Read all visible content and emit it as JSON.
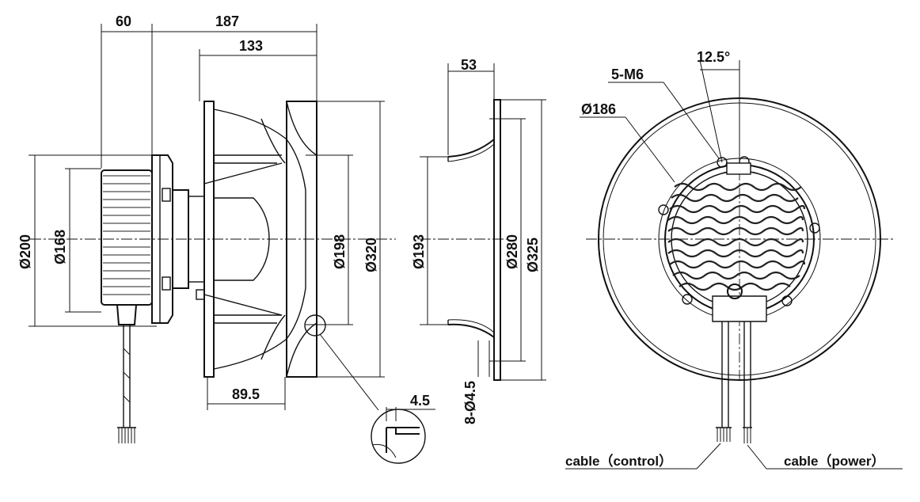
{
  "dimensions": {
    "w60": "60",
    "w187": "187",
    "w133": "133",
    "w53": "53",
    "w89_5": "89.5",
    "w4_5": "4.5",
    "d200": "Ø200",
    "d168": "Ø168",
    "d198": "Ø198",
    "d320": "Ø320",
    "d193": "Ø193",
    "d280": "Ø280",
    "d325": "Ø325",
    "holes": "8-Ø4.5",
    "angle": "12.5°",
    "screws": "5-M6",
    "d186": "Ø186"
  },
  "labels": {
    "cable_control": "cable（control）",
    "cable_power": "cable（power）"
  },
  "colors": {
    "line": "#111111",
    "background": "#ffffff"
  }
}
